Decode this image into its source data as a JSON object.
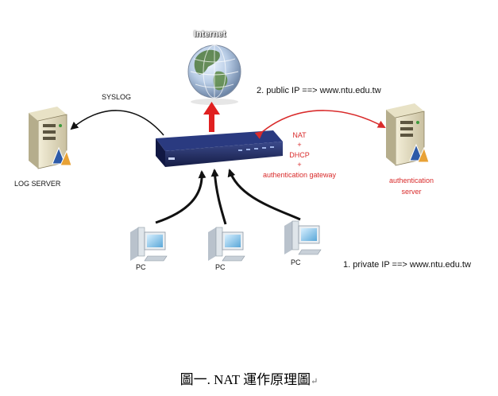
{
  "internet": {
    "label": "Internet"
  },
  "public_link": {
    "label": "2. public IP ==> www.ntu.edu.tw"
  },
  "syslog": {
    "label": "SYSLOG"
  },
  "log_server": {
    "label": "LOG SERVER"
  },
  "gateway_functions": [
    "NAT",
    "+",
    "DHCP",
    "+",
    "authentication gateway"
  ],
  "auth_server": {
    "line1": "authentication",
    "line2": "server"
  },
  "pcs": [
    {
      "label": "PC"
    },
    {
      "label": "PC"
    },
    {
      "label": "PC"
    }
  ],
  "private_link": {
    "label": "1.  private IP ==> www.ntu.edu.tw"
  },
  "caption": {
    "text": "圖一. NAT 運作原理圖",
    "mark": "↵"
  },
  "colors": {
    "accent_red": "#d92b2b",
    "arrow_black": "#111111",
    "device_navy": "#1f2a66"
  },
  "icons": [
    "globe-icon",
    "server-icon",
    "network-device-icon",
    "pc-icon"
  ]
}
